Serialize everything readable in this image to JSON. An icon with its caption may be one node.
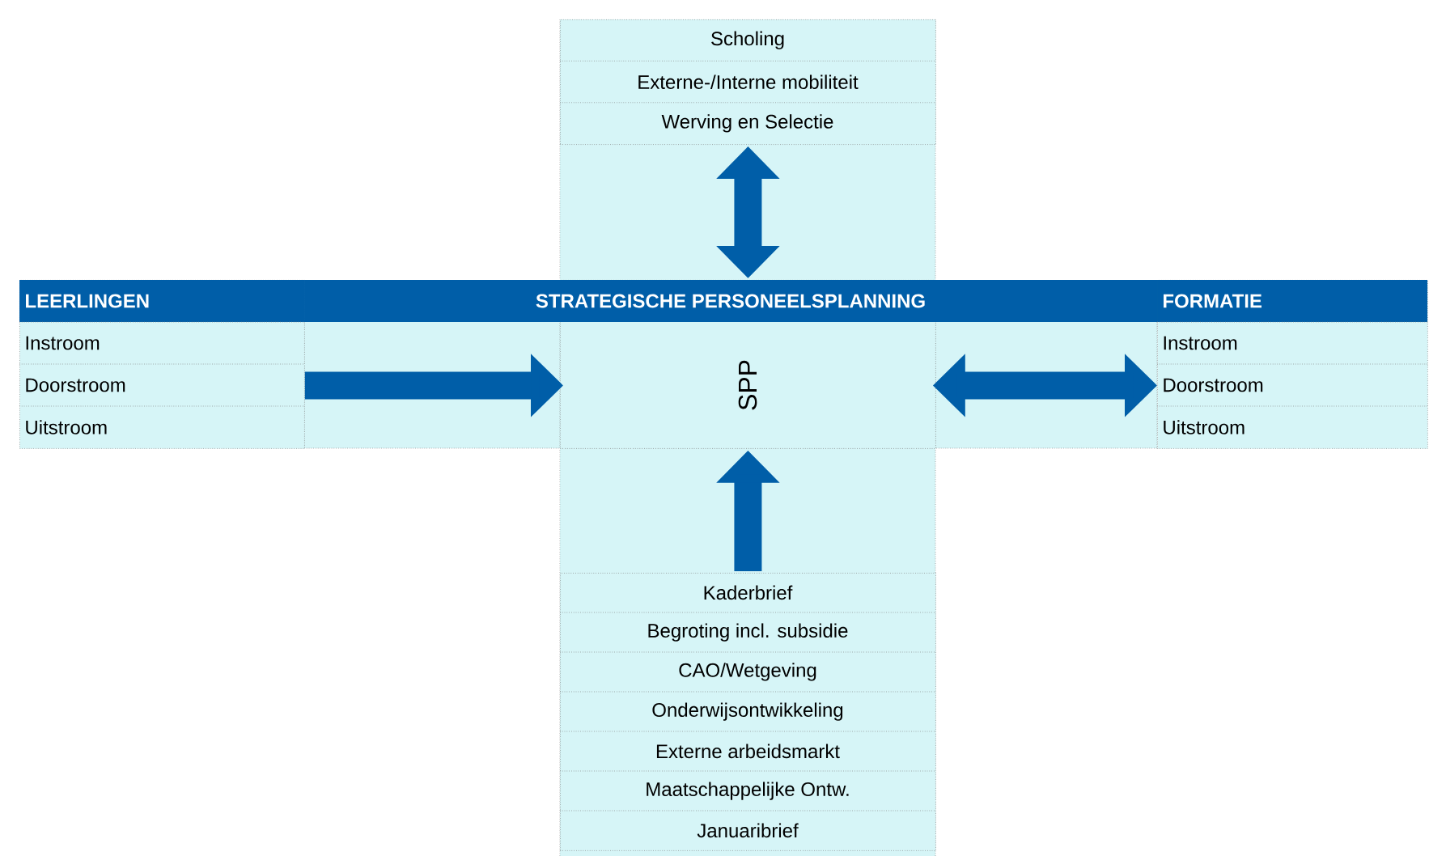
{
  "diagram": {
    "nodes": [
      {
        "text": [
          "Scholing",
          "Externe-/Interne mobiliteit",
          "Werving en Selectie"
        ]
      },
      {
        "text": [
          "LEERLINGEN",
          "Instroom",
          "Doorstroom",
          "Uitstroom"
        ]
      },
      {
        "text": [
          "SPP"
        ]
      },
      {
        "text": [
          "FORMATIE",
          "Instroom",
          "Doorstroom",
          "Uitstroom"
        ]
      },
      {
        "text": [
          "Kaderbrief",
          "Begroting incl. subsidie",
          "CAO/Wetgeving",
          "Onderwijsontwikkeling",
          "Externe arbeidsmarkt",
          "Maatschappelijke Ontw.",
          "Januaribrief"
        ]
      }
    ],
    "edges": [
      {
        "from": 0,
        "to": 2,
        "arrow": "both"
      },
      {
        "from": 1,
        "to": 2,
        "arrow": "to"
      },
      {
        "from": 2,
        "to": 3,
        "arrow": "both"
      },
      {
        "from": 4,
        "to": 2,
        "arrow": "to"
      }
    ],
    "labels": [
      "STRATEGISCHE PERSONEELSPLANNING"
    ]
  }
}
